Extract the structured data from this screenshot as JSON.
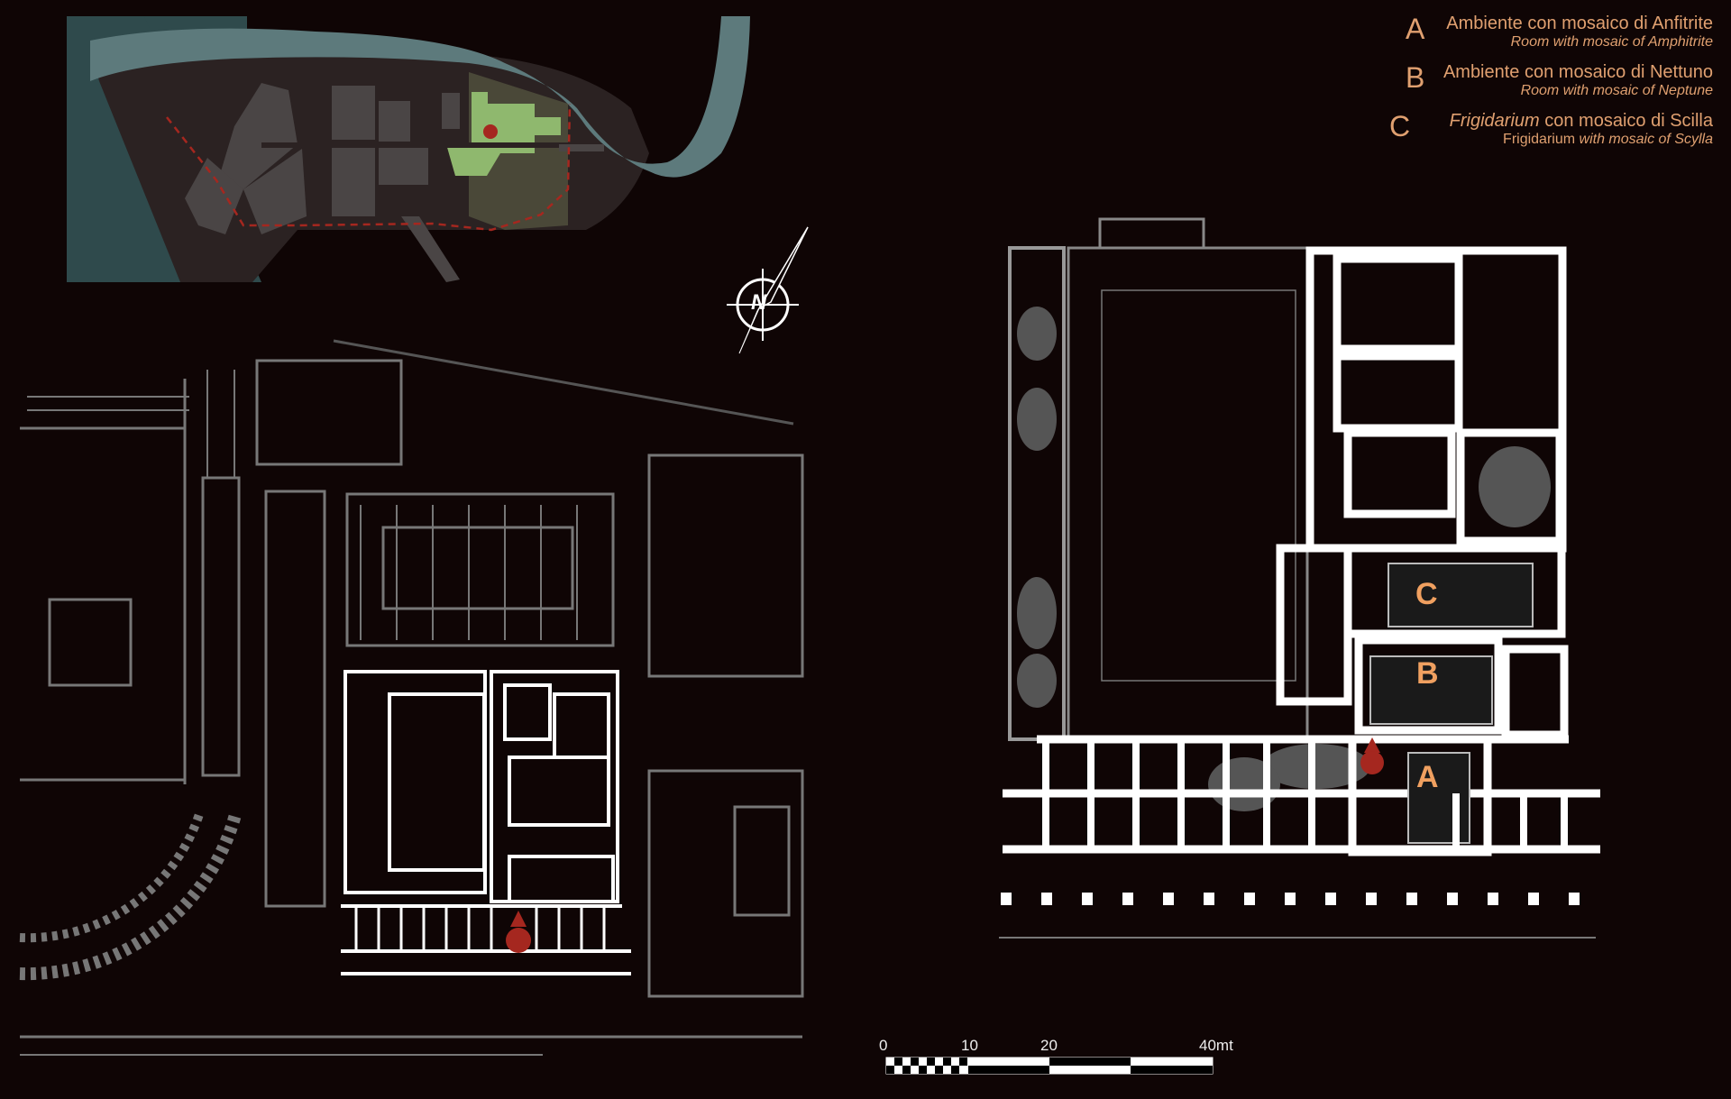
{
  "legend": {
    "items": [
      {
        "letter": "A",
        "title": "Ambiente con mosaico di Anfitrite",
        "subtitle": "Room with mosaic of Amphitrite"
      },
      {
        "letter": "B",
        "title": "Ambiente con mosaico di Nettuno",
        "subtitle": "Room with mosaic of Neptune"
      },
      {
        "letter": "C",
        "title_italic": "Frigidarium",
        "title_rest": " con mosaico di Scilla",
        "subtitle_plain": "Frigidarium",
        "subtitle_rest": " with mosaic of Scylla"
      }
    ]
  },
  "plan_labels": {
    "a": "A",
    "b": "B",
    "c": "C"
  },
  "compass": {
    "label": "N"
  },
  "scale_bar": {
    "ticks": [
      "0",
      "10",
      "20",
      "40mt"
    ]
  },
  "colors": {
    "background": "#0f0505",
    "accent": "#e0a070",
    "marker": "#a5271f",
    "water": "#5d7a7c",
    "sea": "#2f4a4c",
    "highlight": "#8fb86e"
  }
}
